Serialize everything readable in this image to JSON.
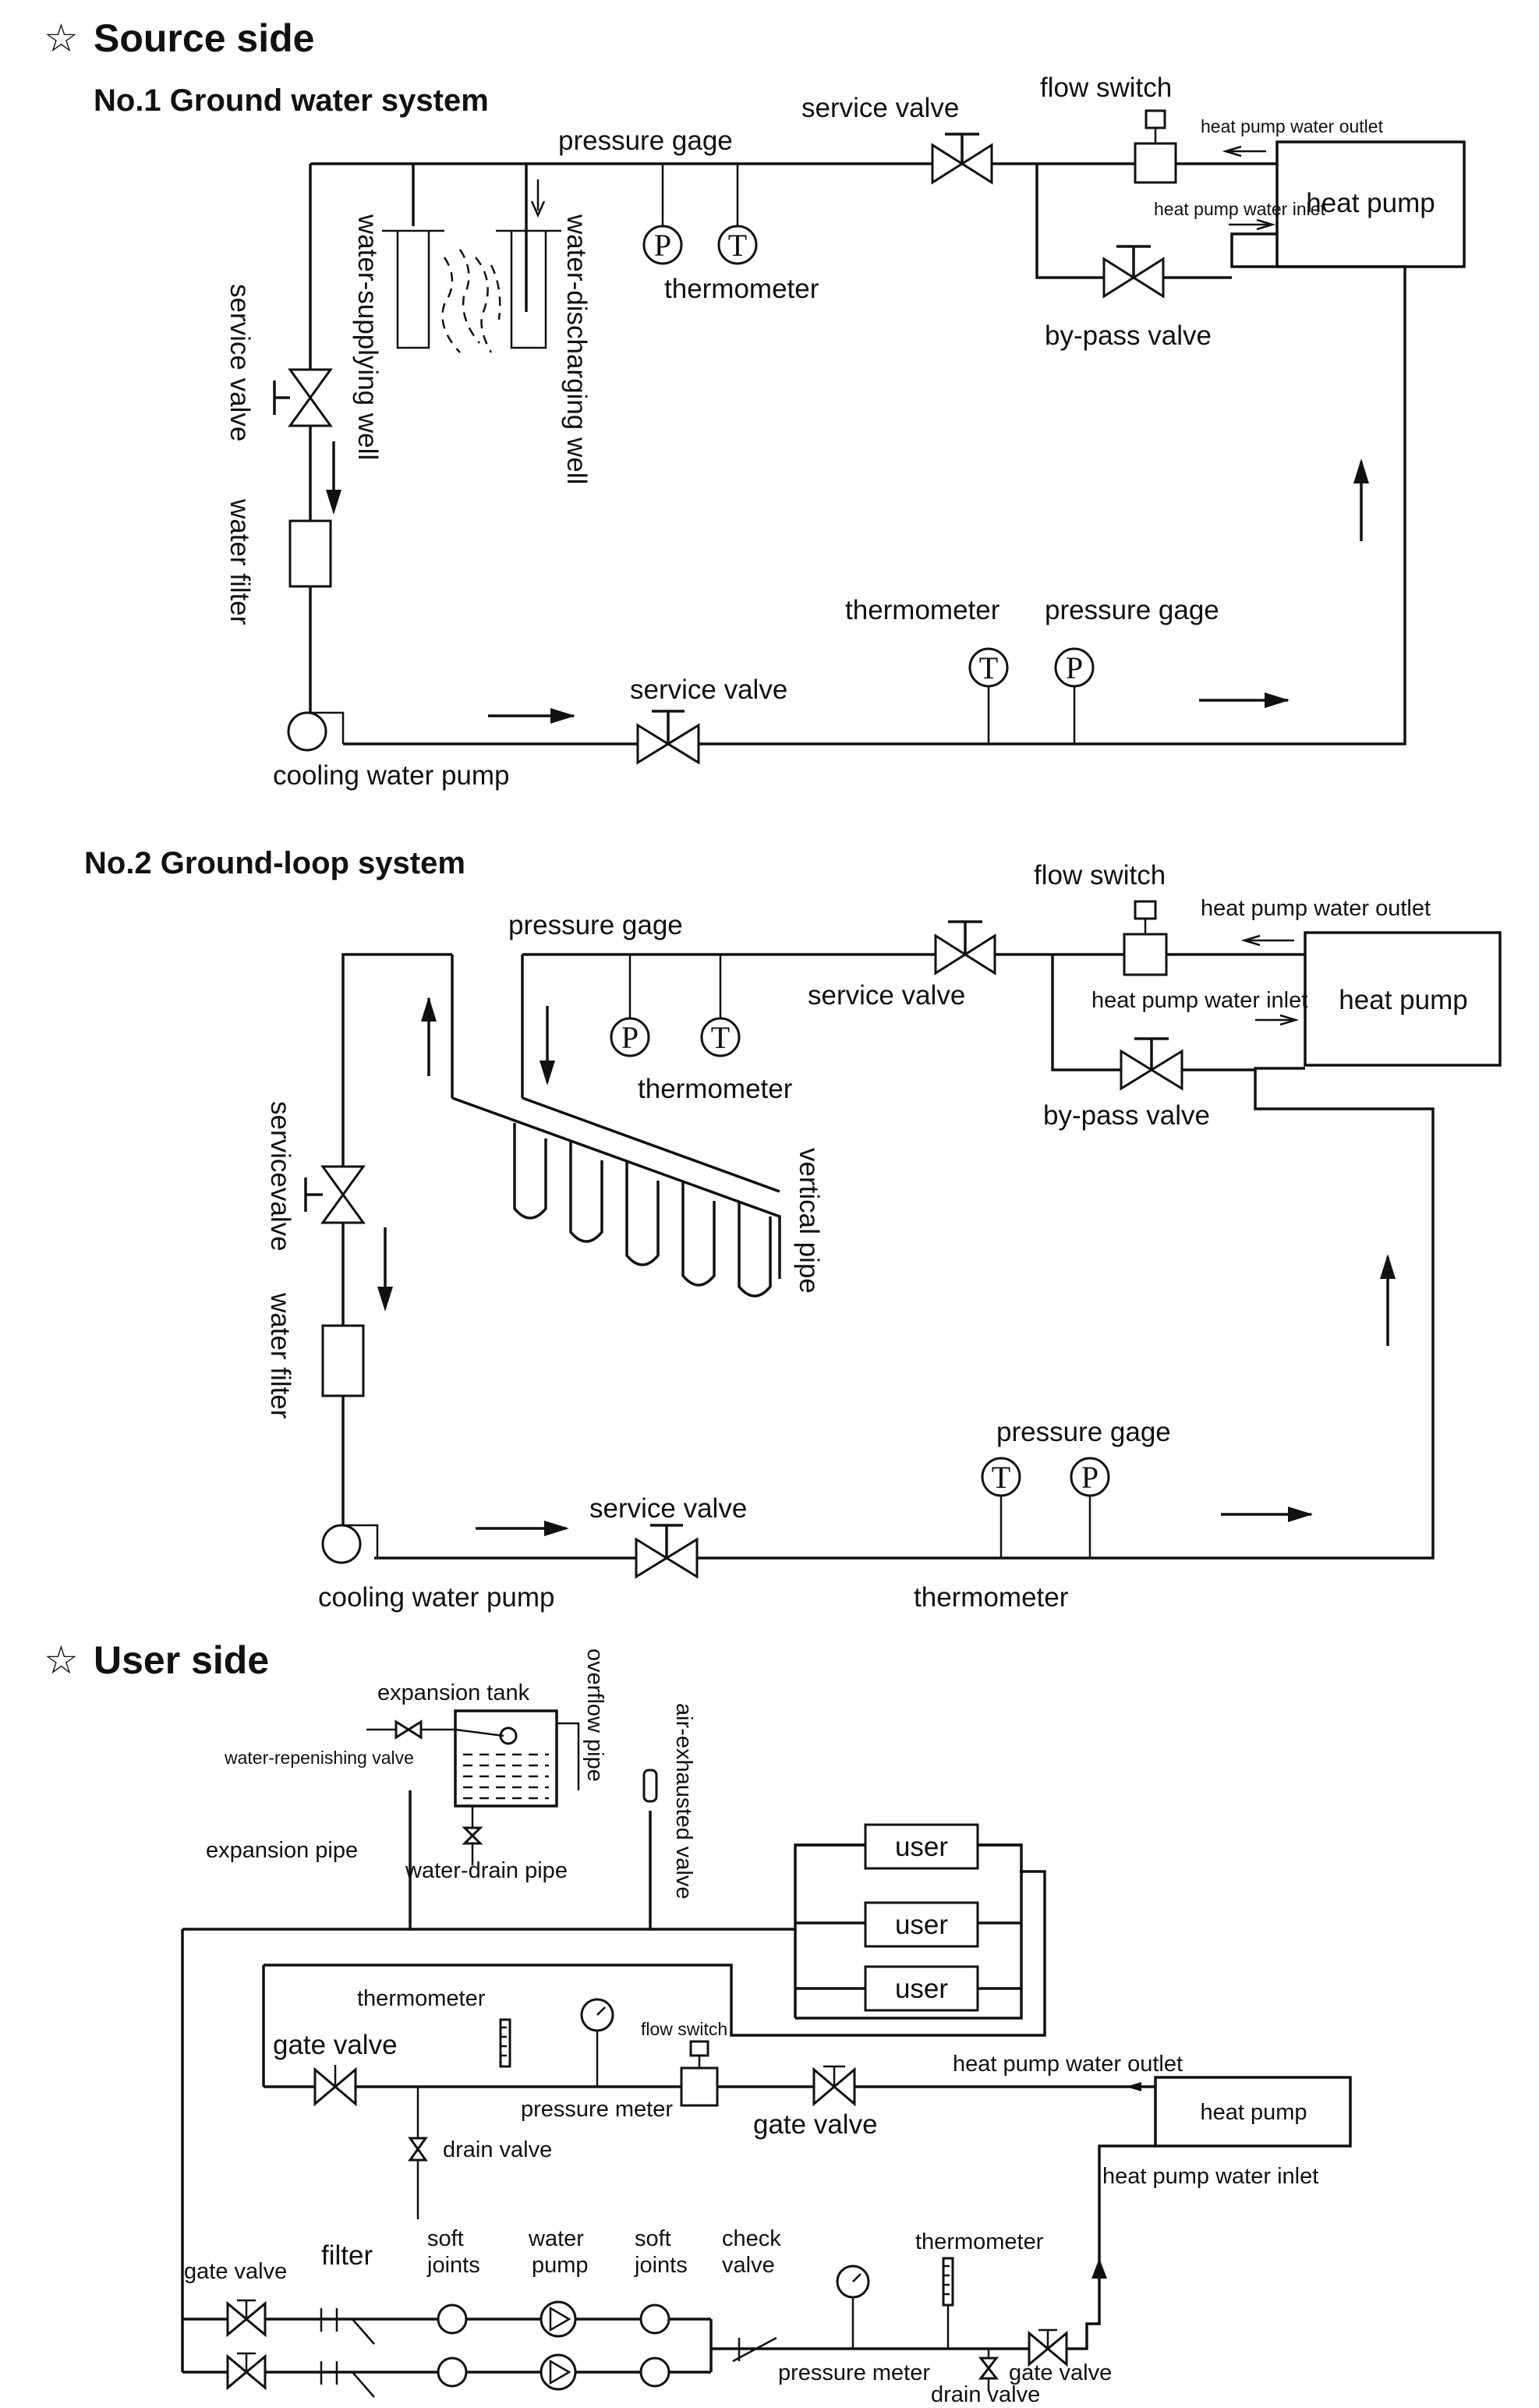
{
  "source_side": {
    "title": "Source side",
    "system1": {
      "title": "No.1 Ground water system",
      "pressure_gage": "pressure gage",
      "service_valve_top": "service valve",
      "flow_switch": "flow switch",
      "heat_pump_water_outlet": "heat pump water outlet",
      "heat_pump_water_inlet": "heat pump water inlet",
      "heat_pump": "heat pump",
      "thermometer_top": "thermometer",
      "by_pass_valve": "by-pass valve",
      "water_supplying_well": "water-supplying well",
      "water_discharging_well": "water-discharging well",
      "service_valve_left": "service valve",
      "water_filter": "water  filter",
      "thermometer_bottom": "thermometer",
      "pressure_gage_bottom": "pressure gage",
      "service_valve_bottom": "service valve",
      "cooling_water_pump": "cooling  water  pump",
      "gauge_p": "P",
      "gauge_t": "T"
    },
    "system2": {
      "title": "No.2 Ground-loop system",
      "flow_switch": "flow switch",
      "heat_pump_water_outlet": "heat pump  water  outlet",
      "heat_pump_water_inlet": "heat pump  water  inlet",
      "heat_pump": "heat pump",
      "pressure_gage_top": "pressure gage",
      "service_valve_top": "service valve",
      "thermometer_top": "thermometer",
      "by_pass_valve": "by-pass valve",
      "vertical_pipe": "vertical pipe",
      "servicevalve": "servicevalve",
      "water_filter": "water  filter",
      "pressure_gage_bottom": "pressure gage",
      "service_valve_bottom": "service valve",
      "cooling_water_pump": "cooling  water  pump",
      "thermometer_bottom": "thermometer",
      "gauge_p": "P",
      "gauge_t": "T"
    }
  },
  "user_side": {
    "title": "User side",
    "expansion_tank": "expansion tank",
    "overflow_pipe": "overflow pipe",
    "air_exhausted_valve": "air-exhausted valve",
    "water_repenishing_valve": "water-repenishing valve",
    "expansion_pipe": "expansion pipe",
    "water_drain_pipe": "water-drain pipe",
    "users": [
      "user",
      "user",
      "user"
    ],
    "thermometer_top": "thermometer",
    "gate_valve_upper": "gate valve",
    "flow_switch": "flow switch",
    "heat_pump_water_outlet": "heat pump  water outlet",
    "pressure_meter_upper": "pressure meter",
    "gate_valve_mid": "gate valve",
    "heat_pump": "heat pump",
    "drain_valve_upper": "drain valve",
    "heat_pump_water_inlet": "heat pump  water inlet",
    "gate_valve_lower_left": "gate valve",
    "filter": "filter",
    "soft_joints_1": [
      "soft",
      "joints"
    ],
    "water_pump": [
      "water",
      "pump"
    ],
    "soft_joints_2": [
      "soft",
      "joints"
    ],
    "check_valve": [
      "check",
      "valve"
    ],
    "thermometer_bottom": "thermometer",
    "pressure_meter_lower": "pressure meter",
    "gate_valve_lower_right": "gate valve",
    "drain_valve_lower": "drain valve"
  },
  "icons": {
    "section_marker": "☆"
  }
}
